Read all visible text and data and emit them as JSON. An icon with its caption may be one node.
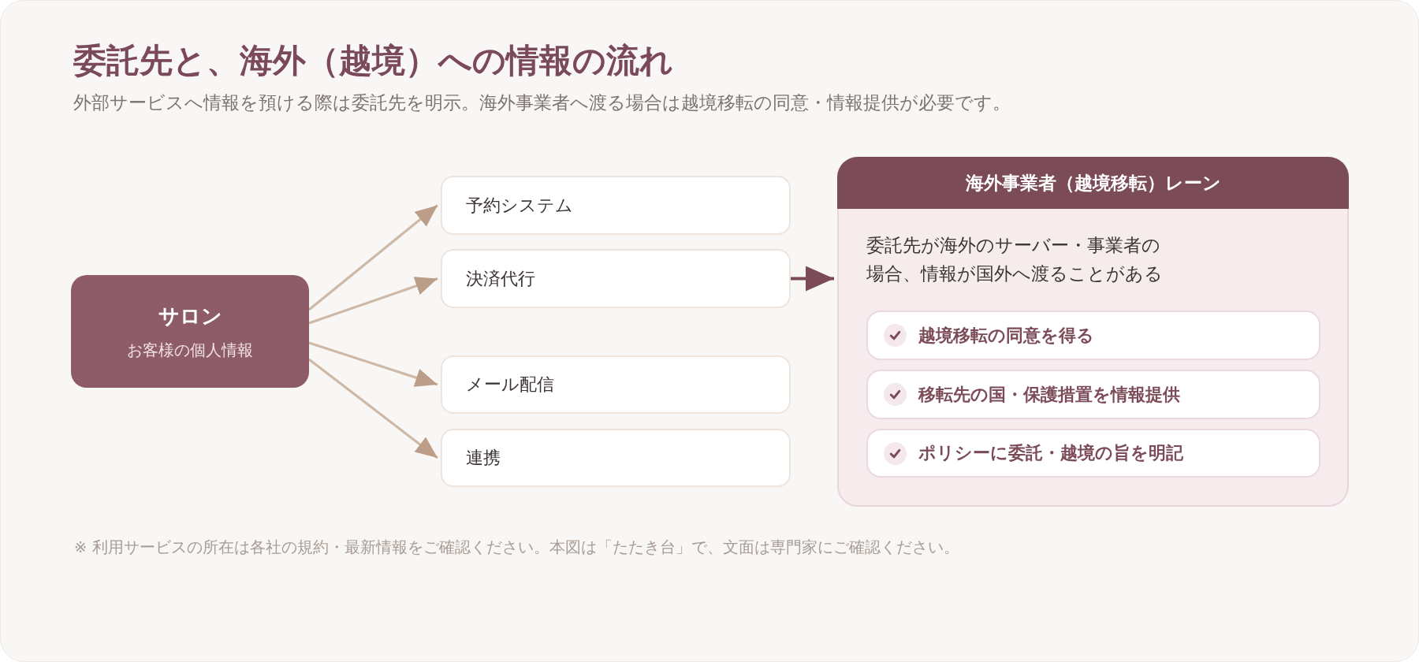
{
  "diagram": {
    "title": "委託先と、海外（越境）への情報の流れ",
    "nodes": [
      {
        "text": [
          "サロン",
          "お客様の個人情報"
        ]
      },
      {
        "text": [
          "予約システム"
        ]
      },
      {
        "text": [
          "決済代行"
        ]
      },
      {
        "text": [
          "メール配信"
        ]
      },
      {
        "text": [
          "連携"
        ]
      },
      {
        "text": [
          "海外事業者（越境移転）レーン",
          "委託先が海外のサーバー・事業者の場合、情報が国外へ渡ることがある"
        ]
      },
      {
        "text": [
          "越境移転の同意を得る"
        ],
        "in": 5
      },
      {
        "text": [
          "移転先の国・保護措置を情報提供"
        ],
        "in": 5
      },
      {
        "text": [
          "ポリシーに委託・越境の旨を明記"
        ],
        "in": 5
      }
    ],
    "edges": [
      {
        "from": 0,
        "to": 1,
        "arrow": "to"
      },
      {
        "from": 0,
        "to": 2,
        "arrow": "to"
      },
      {
        "from": 0,
        "to": 3,
        "arrow": "to"
      },
      {
        "from": 0,
        "to": 4,
        "arrow": "to"
      },
      {
        "from": 2,
        "to": 5,
        "arrow": "to",
        "color": "#7b4b58"
      }
    ],
    "labels": [
      "外部サービスへ情報を預ける際は委託先を明示。海外事業者へ渡る場合は越境移転の同意・情報提供が必要です。",
      "※ 利用サービスの所在は各社の規約・最新情報をご確認ください。本図は「たたき台」で、文面は専門家にご確認ください。"
    ]
  }
}
